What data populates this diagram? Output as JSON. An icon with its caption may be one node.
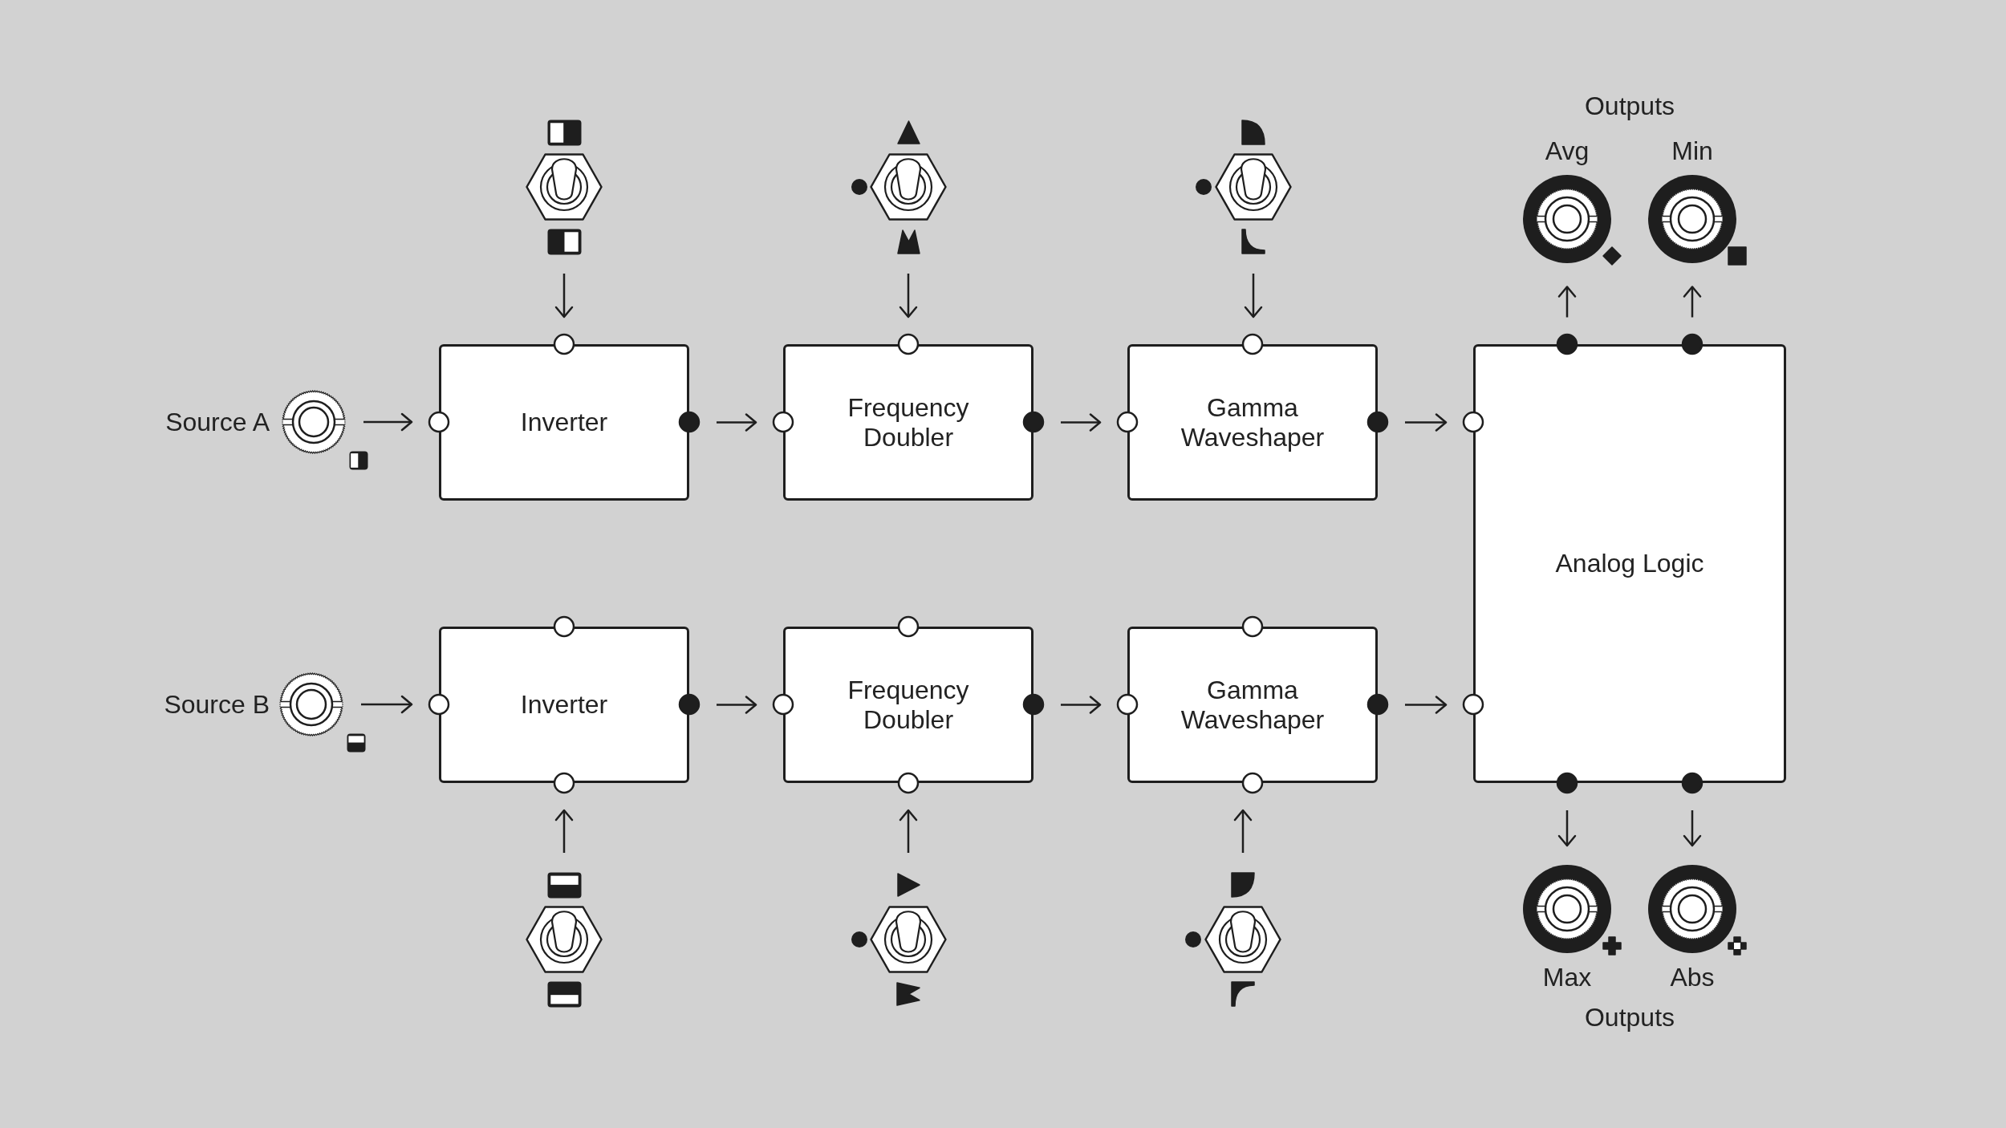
{
  "diagram": {
    "nodes": [
      {
        "text": [],
        "shape": "switch"
      },
      {
        "text": [],
        "shape": "switch"
      },
      {
        "text": [],
        "shape": "switch"
      },
      {
        "text": [
          "Avg"
        ]
      },
      {
        "text": [
          "Min"
        ]
      },
      {
        "text": [
          "Source A"
        ]
      },
      {
        "text": [
          "Inverter"
        ]
      },
      {
        "text": [
          "Frequency Doubler"
        ]
      },
      {
        "text": [
          "Gamma Waveshaper"
        ]
      },
      {
        "text": [
          "Analog Logic"
        ]
      },
      {
        "text": [
          "Source B"
        ]
      },
      {
        "text": [
          "Inverter"
        ]
      },
      {
        "text": [
          "Frequency Doubler"
        ]
      },
      {
        "text": [
          "Gamma Waveshaper"
        ]
      },
      {
        "text": [],
        "shape": "switch"
      },
      {
        "text": [],
        "shape": "switch"
      },
      {
        "text": [],
        "shape": "switch"
      },
      {
        "text": [
          "Max"
        ]
      },
      {
        "text": [
          "Abs"
        ]
      }
    ],
    "edges": [
      {
        "from": 5,
        "to": 6,
        "arrow": "to"
      },
      {
        "from": 6,
        "to": 7,
        "arrow": "to"
      },
      {
        "from": 7,
        "to": 8,
        "arrow": "to"
      },
      {
        "from": 8,
        "to": 9,
        "arrow": "to"
      },
      {
        "from": 10,
        "to": 11,
        "arrow": "to"
      },
      {
        "from": 11,
        "to": 12,
        "arrow": "to"
      },
      {
        "from": 12,
        "to": 13,
        "arrow": "to"
      },
      {
        "from": 13,
        "to": 9,
        "arrow": "to"
      },
      {
        "from": 0,
        "to": 6,
        "arrow": "to"
      },
      {
        "from": 1,
        "to": 7,
        "arrow": "to"
      },
      {
        "from": 2,
        "to": 8,
        "arrow": "to"
      },
      {
        "from": 14,
        "to": 11,
        "arrow": "to"
      },
      {
        "from": 15,
        "to": 12,
        "arrow": "to"
      },
      {
        "from": 16,
        "to": 13,
        "arrow": "to"
      },
      {
        "from": 9,
        "to": 3,
        "arrow": "to"
      },
      {
        "from": 9,
        "to": 4,
        "arrow": "to"
      },
      {
        "from": 9,
        "to": 17,
        "arrow": "to"
      },
      {
        "from": 9,
        "to": 18,
        "arrow": "to"
      }
    ],
    "labels": [
      "Outputs",
      "Outputs"
    ]
  }
}
